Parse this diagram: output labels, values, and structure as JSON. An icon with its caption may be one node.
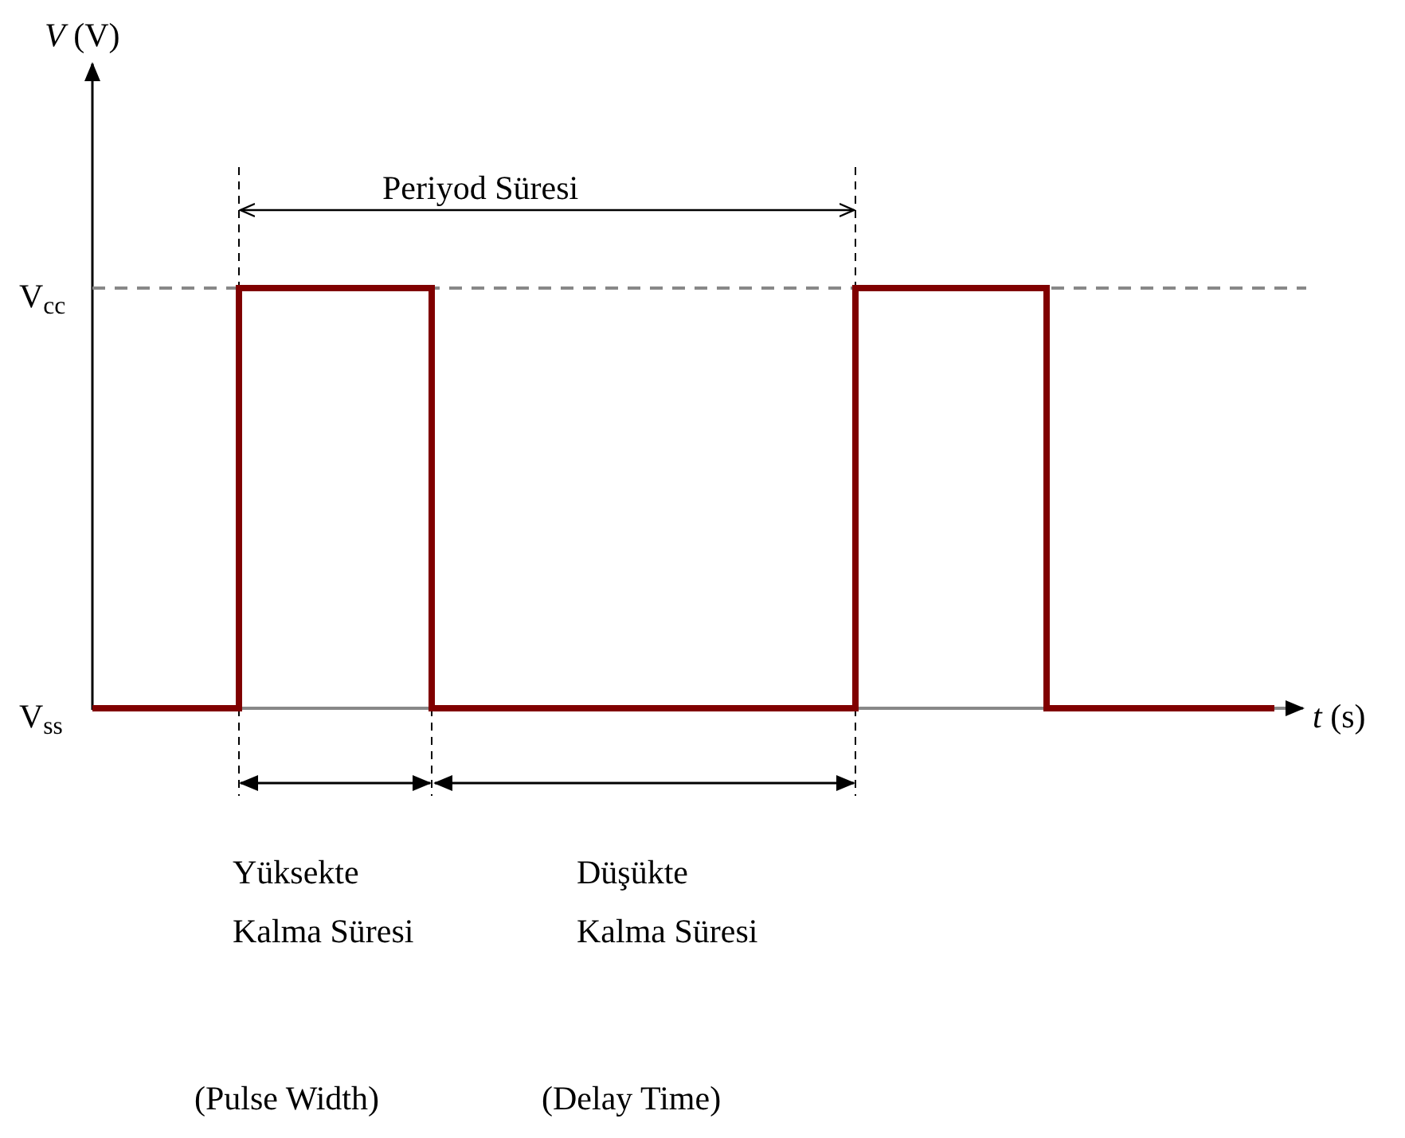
{
  "diagram": {
    "labels": [
      "*V* (V)",
      "Periyod Süresi",
      "V$_{cc}$",
      "V$_{ss}$",
      "*t* (s)",
      "Yüksekte Kalma Süresi",
      "Düşükte Kalma Süresi",
      "(Pulse Width)",
      "(Delay Time)"
    ]
  }
}
